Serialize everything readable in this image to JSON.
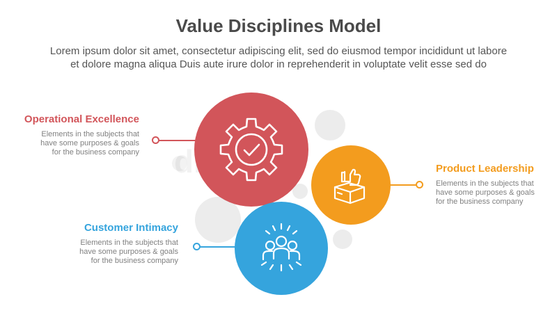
{
  "header": {
    "title": "Value Disciplines Model",
    "subtitle_lines": [
      "Lorem ipsum dolor sit amet, consectetur adipiscing elit, sed do eiusmod tempor incididunt ut labore",
      "et dolore magna aliqua Duis aute irure dolor in reprehenderit in voluptate velit esse sed do"
    ]
  },
  "items": [
    {
      "heading": "Operational Excellence",
      "desc_lines": [
        "Elements in the subjects that",
        "have  some purposes & goals",
        "for the  business company"
      ],
      "color": "#d2555a",
      "icon": "gear-check-icon"
    },
    {
      "heading": "Product Leadership",
      "desc_lines": [
        "Elements in the subjects that",
        "have  some purposes & goals",
        "for the  business company"
      ],
      "color": "#f39c1e",
      "icon": "box-thumbs-up-icon"
    },
    {
      "heading": "Customer Intimacy",
      "desc_lines": [
        "Elements in the subjects that",
        "have  some purposes & goals",
        "for the  business company"
      ],
      "color": "#35a4dd",
      "icon": "customer-group-icon"
    }
  ],
  "watermark": "dr"
}
